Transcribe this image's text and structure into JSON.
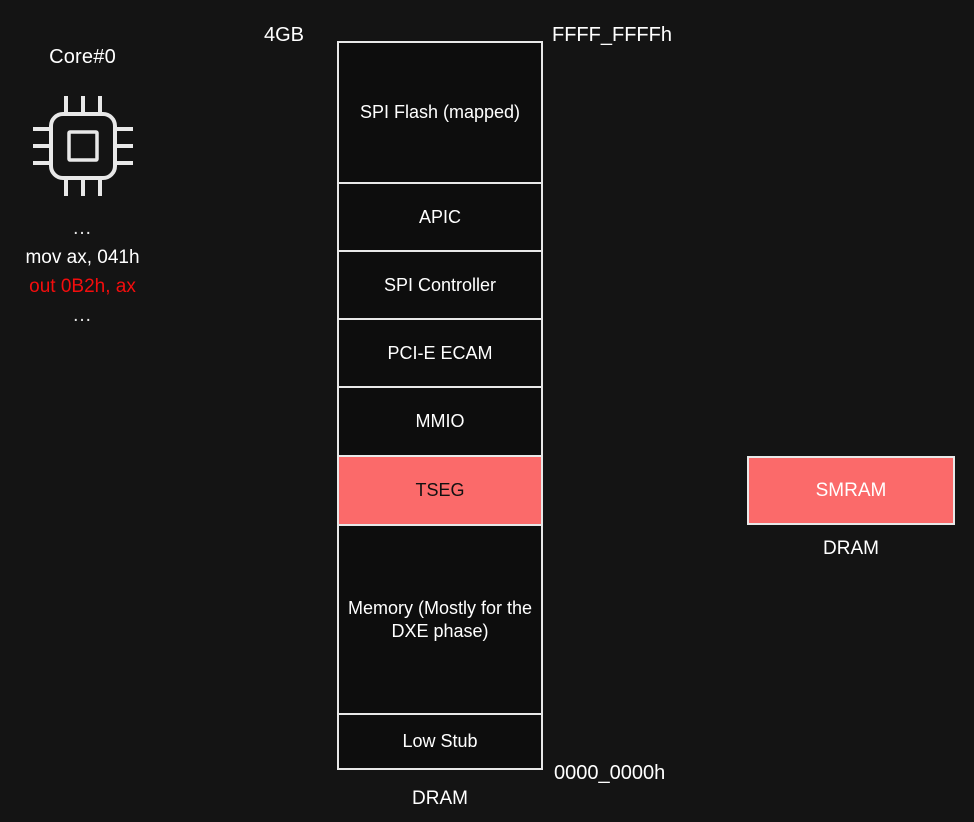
{
  "background_color": "#141414",
  "accent_color": "#fb6a6a",
  "line_color": "#e8e8e8",
  "text_color": "#ffffff",
  "alert_color": "#f40d0d",
  "cpu": {
    "title": "Core#0",
    "icon": "cpu-chip-icon",
    "code_lines": [
      {
        "text": "...",
        "style": "dots"
      },
      {
        "text": "mov ax, 041h",
        "style": "white"
      },
      {
        "text": "out 0B2h, ax",
        "style": "red"
      },
      {
        "text": "...",
        "style": "dots"
      }
    ]
  },
  "memory_map": {
    "top_size_label": "4GB",
    "top_address": "FFFF_FFFFh",
    "bottom_address": "0000_0000h",
    "footer_label": "DRAM",
    "regions": [
      {
        "label": "SPI Flash (mapped)",
        "height": 141,
        "highlight": false
      },
      {
        "label": "APIC",
        "height": 68,
        "highlight": false
      },
      {
        "label": "SPI Controller",
        "height": 68,
        "highlight": false
      },
      {
        "label": "PCI-E ECAM",
        "height": 68,
        "highlight": false
      },
      {
        "label": "MMIO",
        "height": 69,
        "highlight": false
      },
      {
        "label": "TSEG",
        "height": 69,
        "highlight": true
      },
      {
        "label": "Memory (Mostly for the DXE phase)",
        "height": 189,
        "highlight": false
      },
      {
        "label": "Low Stub",
        "height": 53,
        "highlight": false
      }
    ]
  },
  "smram": {
    "label": "SMRAM",
    "footer_label": "DRAM"
  }
}
